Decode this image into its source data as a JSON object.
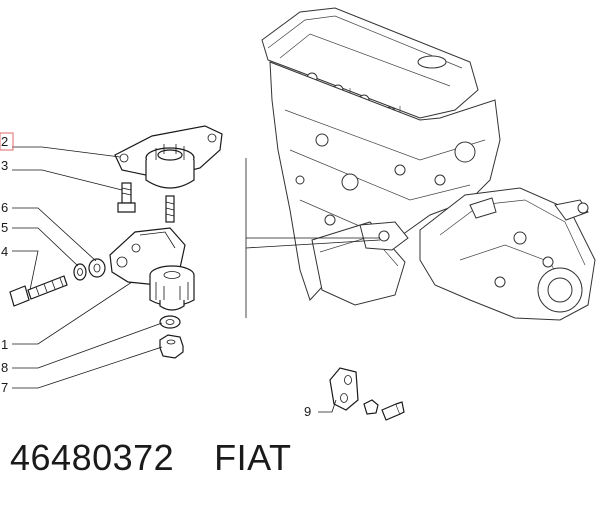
{
  "callouts": {
    "c1": "1",
    "c2": "2",
    "c3": "3",
    "c4": "4",
    "c5": "5",
    "c6": "6",
    "c7": "7",
    "c8": "8",
    "c9": "9"
  },
  "highlighted_callout": "2",
  "colors": {
    "highlight_box": "#e06a6a",
    "line": "#1a1a1a"
  },
  "caption": {
    "part_number": "46480372",
    "brand": "FIAT"
  }
}
